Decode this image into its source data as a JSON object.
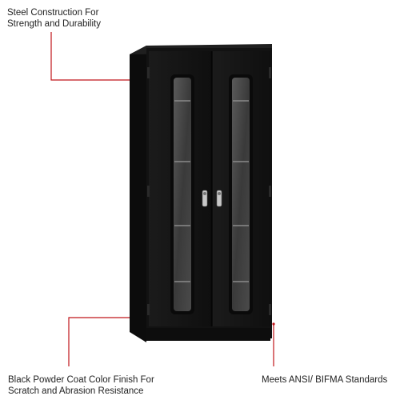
{
  "callouts": {
    "steel": "Steel Construction For\nStrength and Durability",
    "black": "Black Powder Coat Color Finish For\nScratch and Abrasion Resistance",
    "meets": "Meets ANSI/ BIFMA Standards"
  },
  "colors": {
    "callout_line": "#c0161b",
    "cabinet": "#141414",
    "glass": "#3a3a3a"
  }
}
